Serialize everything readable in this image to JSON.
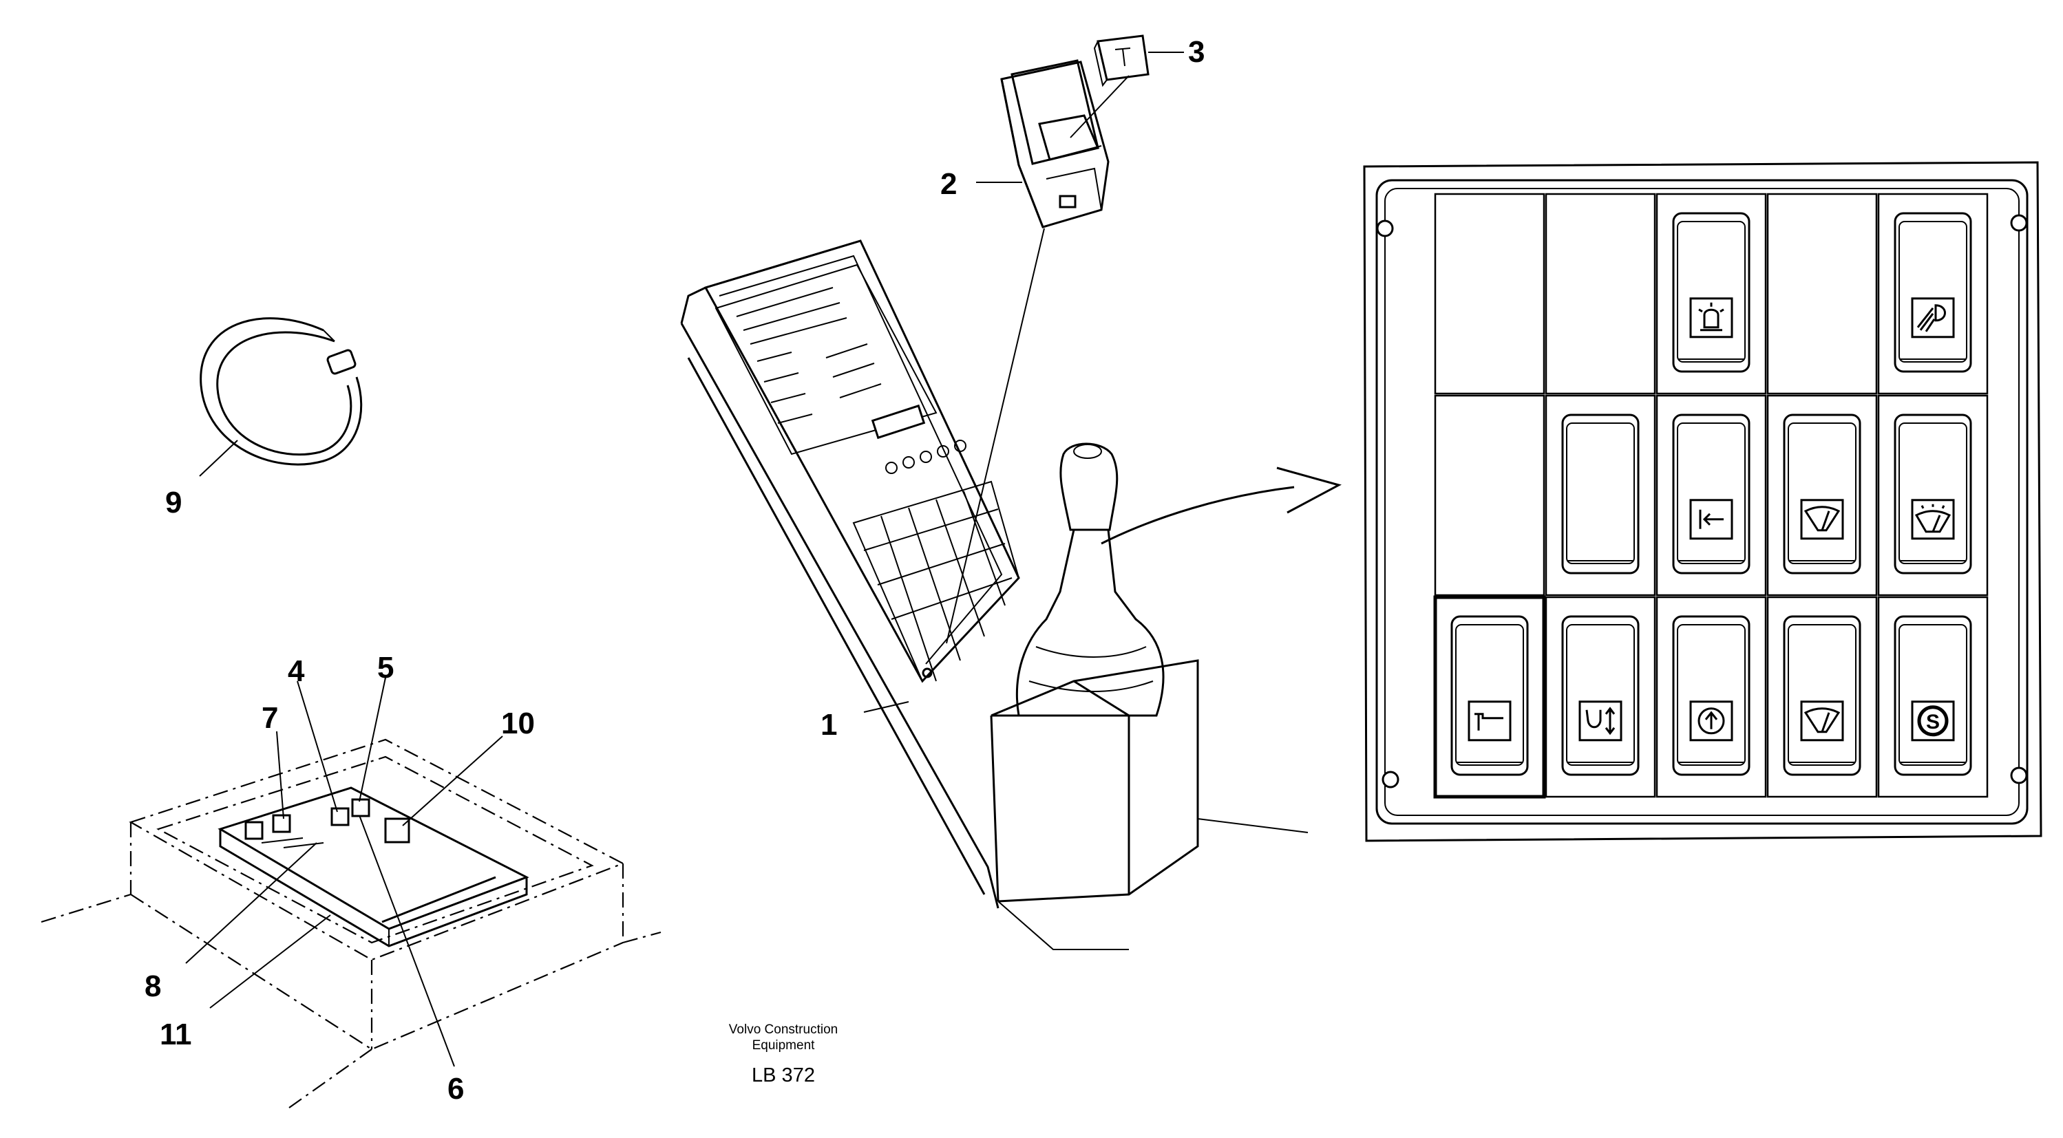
{
  "drawing": {
    "caption_line1": "Volvo Construction",
    "caption_line2": "Equipment",
    "code": "LB 372"
  },
  "callouts": [
    {
      "id": "1",
      "text": "1"
    },
    {
      "id": "2",
      "text": "2"
    },
    {
      "id": "3",
      "text": "3"
    },
    {
      "id": "4",
      "text": "4"
    },
    {
      "id": "5",
      "text": "5"
    },
    {
      "id": "6",
      "text": "6"
    },
    {
      "id": "7",
      "text": "7"
    },
    {
      "id": "8",
      "text": "8"
    },
    {
      "id": "9",
      "text": "9"
    },
    {
      "id": "10",
      "text": "10"
    },
    {
      "id": "11",
      "text": "11"
    }
  ],
  "switch_panel": {
    "rows": [
      [
        "empty",
        "empty",
        "beacon-icon",
        "empty",
        "work-light-icon"
      ],
      [
        "empty",
        "blank-switch",
        "arrow-left-icon",
        "wiper-icon",
        "washer-icon"
      ],
      [
        "hammer-icon",
        "bucket-lift-icon",
        "up-arrow-circle-icon",
        "wiper-icon",
        "s-circle-icon"
      ]
    ]
  }
}
